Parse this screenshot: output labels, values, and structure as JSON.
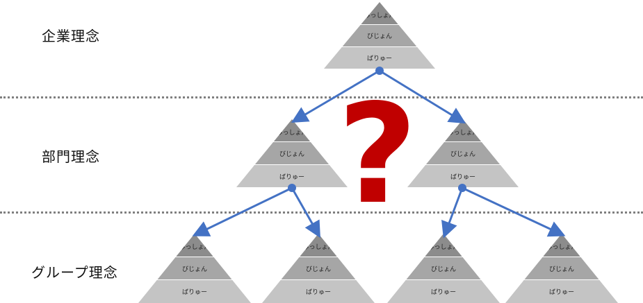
{
  "levels": {
    "corporate": "企業理念",
    "department": "部門理念",
    "group": "グループ理念"
  },
  "pyramid_tiers": {
    "mission": "みっしょん",
    "vision": "びじょん",
    "value": "ばりゅー"
  },
  "question_mark": "?",
  "colors": {
    "connector": "#4472c4",
    "question": "#c00000",
    "tier_top": "#8c8c8c",
    "tier_middle": "#a6a6a6",
    "tier_bottom": "#c4c4c4",
    "divider": "#7f7f7f"
  }
}
